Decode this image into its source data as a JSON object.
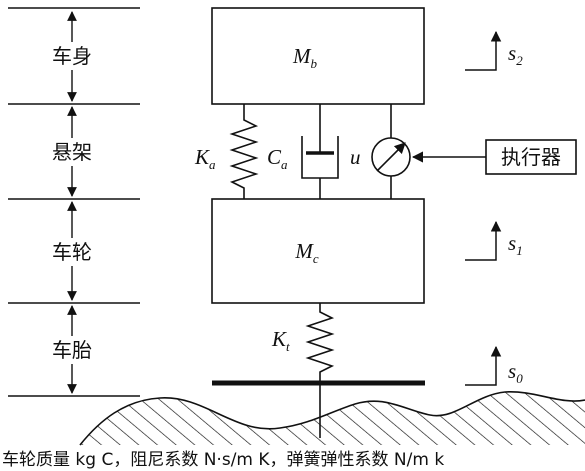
{
  "left_labels": {
    "body": "车身",
    "suspension": "悬架",
    "wheel": "车轮",
    "tire": "车胎"
  },
  "masses": {
    "body": {
      "base": "M",
      "sub": "b"
    },
    "wheel": {
      "base": "M",
      "sub": "c"
    }
  },
  "components": {
    "spring_ka": {
      "base": "K",
      "sub": "a"
    },
    "damper_ca": {
      "base": "C",
      "sub": "a"
    },
    "actuator_u": "u",
    "tire_spring_kt": {
      "base": "K",
      "sub": "t"
    },
    "actuator_box": "执行器"
  },
  "displacements": {
    "s2": {
      "base": "s",
      "sub": "2"
    },
    "s1": {
      "base": "s",
      "sub": "1"
    },
    "s0": {
      "base": "s",
      "sub": "0"
    }
  },
  "caption": "车轮质量 kg C，阻尼系数 N·s/m K，弹簧弹性系数 N/m k"
}
